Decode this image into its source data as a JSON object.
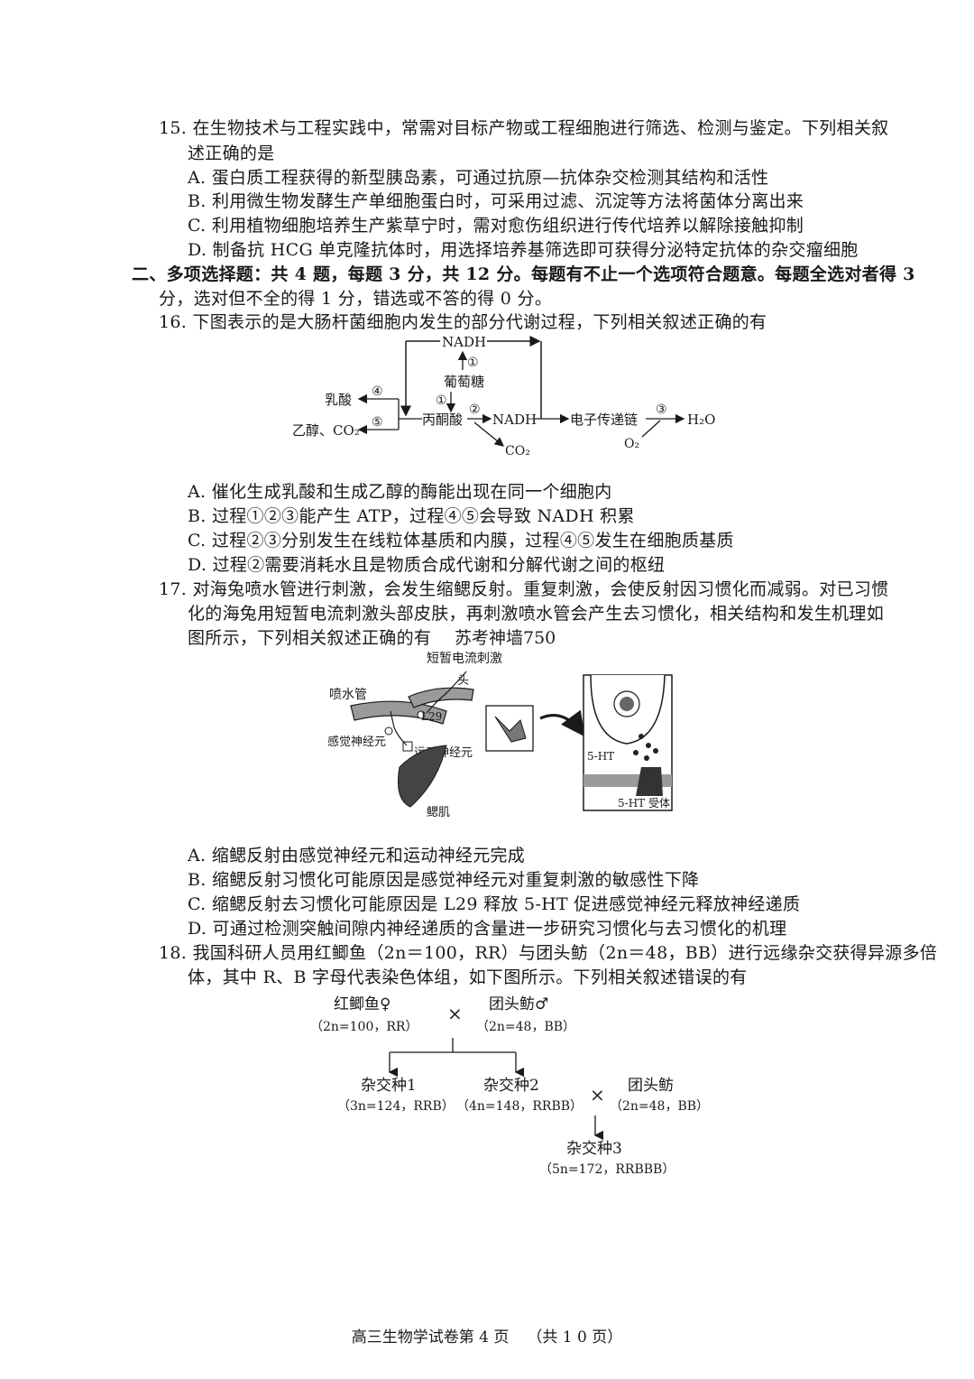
{
  "q15": {
    "stem1": "15. 在生物技术与工程实践中，常需对目标产物或工程细胞进行筛选、检测与鉴定。下列相关叙",
    "stem2": "述正确的是",
    "A": "A. 蛋白质工程获得的新型胰岛素，可通过抗原—抗体杂交检测其结构和活性",
    "B": "B. 利用微生物发酵生产单细胞蛋白时，可采用过滤、沉淀等方法将菌体分离出来",
    "C": "C. 利用植物细胞培养生产紫草宁时，需对愈伤组织进行传代培养以解除接触抑制",
    "D": "D. 制备抗 HCG 单克隆抗体时，用选择培养基筛选即可获得分泌特定抗体的杂交瘤细胞"
  },
  "section2": {
    "line1": "二、多项选择题：共 4 题，每题 3 分，共 12 分。每题有不止一个选项符合题意。每题全选对者得 3",
    "line2": "分，选对但不全的得 1 分，错选或不答的得 0 分。"
  },
  "q16": {
    "stem": "16. 下图表示的是大肠杆菌细胞内发生的部分代谢过程，下列相关叙述正确的有",
    "A": "A. 催化生成乳酸和生成乙醇的酶能出现在同一个细胞内",
    "B": "B. 过程①②③能产生 ATP，过程④⑤会导致 NADH 积累",
    "C": "C. 过程②③分别发生在线粒体基质和内膜，过程④⑤发生在细胞质基质",
    "D": "D. 过程②需要消耗水且是物质合成代谢和分解代谢之间的枢纽",
    "diagram": {
      "nadh_top": "NADH",
      "c1a": "①",
      "glucose": "葡萄糖",
      "c1b": "①",
      "c2": "②",
      "c4": "④",
      "c5": "⑤",
      "c3": "③",
      "lactic": "乳酸",
      "ethanol": "乙醇、CO₂",
      "pyruvate": "丙酮酸",
      "nadh_mid": "NADH",
      "co2": "CO₂",
      "etc": "电子传递链",
      "h2o": "H₂O",
      "o2": "O₂"
    }
  },
  "q17": {
    "stem1": "17. 对海兔喷水管进行刺激，会发生缩鳃反射。重复刺激，会使反射因习惯化而减弱。对已习惯",
    "stem2": "化的海兔用短暂电流刺激头部皮肤，再刺激喷水管会产生去习惯化，相关结构和发生机理如",
    "stem3": "图所示，下列相关叙述正确的有",
    "watermark_label": "苏考神墙750",
    "A": "A. 缩鳃反射由感觉神经元和运动神经元完成",
    "B": "B. 缩鳃反射习惯化可能原因是感觉神经元对重复刺激的敏感性下降",
    "C": "C. 缩鳃反射去习惯化可能原因是 L29 释放 5-HT 促进感觉神经元释放神经递质",
    "D": "D. 可通过检测突触间隙内神经递质的含量进一步研究习惯化与去习惯化的机理",
    "diagram": {
      "stim": "短暂电流刺激",
      "head": "头",
      "siphon": "喷水管",
      "l29": "L29",
      "sensory": "感觉神经元",
      "motor": "运动神经元",
      "gill": "鳃肌",
      "ht": "5-HT",
      "receptor": "5-HT 受体"
    }
  },
  "q18": {
    "stem1": "18. 我国科研人员用红鲫鱼（2n＝100，RR）与团头鲂（2n＝48，BB）进行远缘杂交获得异源多倍",
    "stem2": "体，其中 R、B 字母代表染色体组，如下图所示。下列相关叙述错误的有",
    "diagram": {
      "p1": "红鲫鱼♀",
      "p1k": "（2n=100，RR）",
      "cross": "×",
      "p2": "团头鲂♂",
      "p2k": "（2n=48，BB）",
      "h1": "杂交种1",
      "h1k": "（3n=124，RRB）",
      "h2": "杂交种2",
      "h2k": "（4n=148，RRBB）",
      "cross2": "×",
      "p3": "团头鲂",
      "p3k": "（2n=48，BB）",
      "h3": "杂交种3",
      "h3k": "（5n=172，RRBBB）"
    }
  },
  "footer": {
    "left": "高三生物学试卷第 4 页",
    "right": "（共 1 0 页）"
  }
}
